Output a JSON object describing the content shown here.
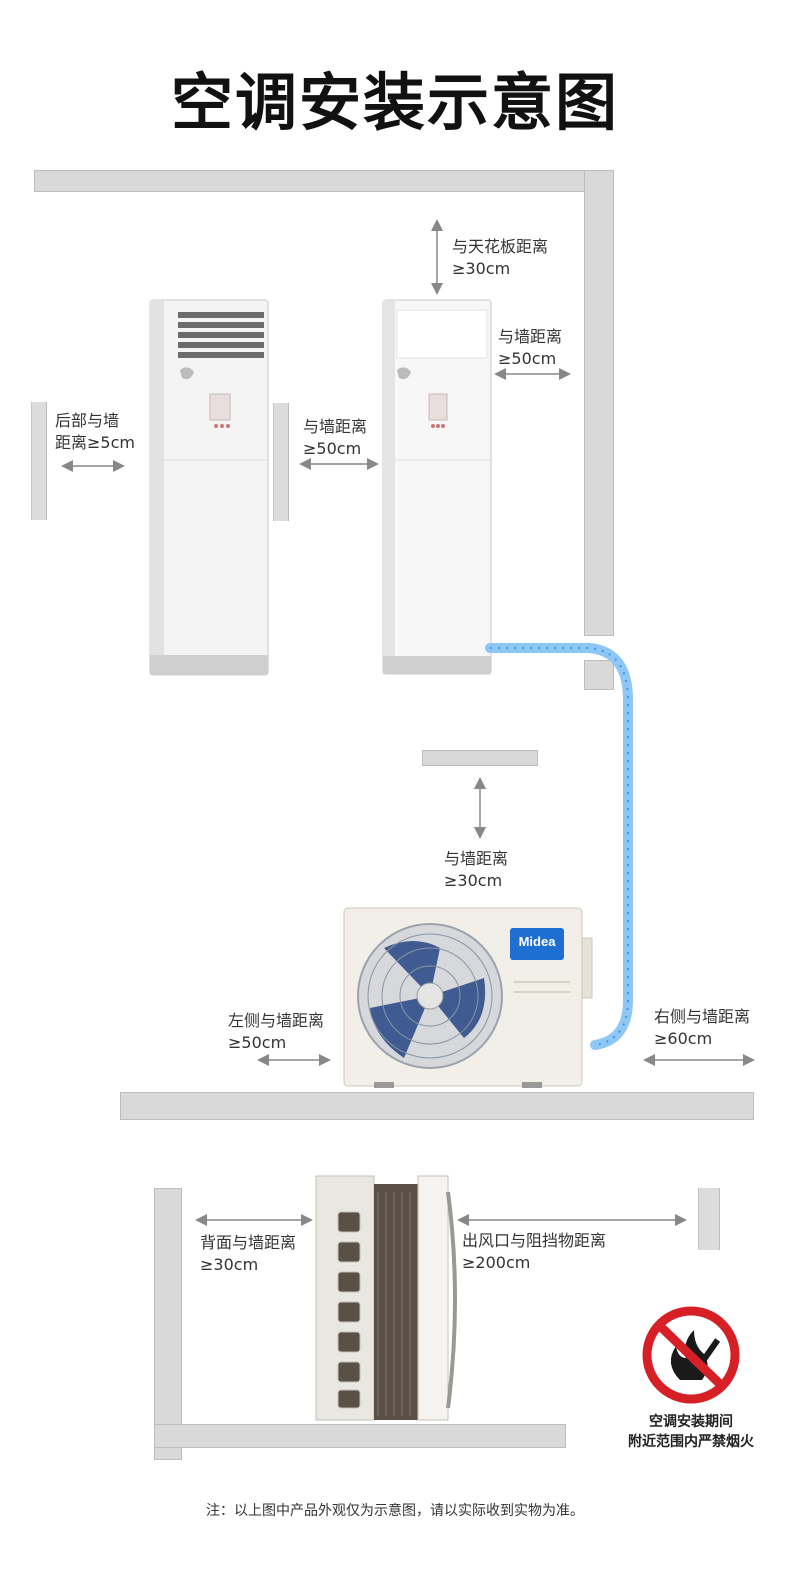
{
  "title": "空调安装示意图",
  "labels": {
    "ceiling": {
      "line1": "与天花板距离",
      "line2": "≥30cm"
    },
    "right_wall_indoor": {
      "line1": "与墙距离",
      "line2": "≥50cm"
    },
    "back_wall": {
      "line1": "后部与墙",
      "line2": "距离≥5cm"
    },
    "side_wall_indoor": {
      "line1": "与墙距离",
      "line2": "≥50cm"
    },
    "outdoor_top": {
      "line1": "与墙距离",
      "line2": "≥30cm"
    },
    "outdoor_left": {
      "line1": "左侧与墙距离",
      "line2": "≥50cm"
    },
    "outdoor_right": {
      "line1": "右侧与墙距离",
      "line2": "≥60cm"
    },
    "outdoor_back": {
      "line1": "背面与墙距离",
      "line2": "≥30cm"
    },
    "outdoor_front": {
      "line1": "出风口与阻挡物距离",
      "line2": "≥200cm"
    }
  },
  "brand": "Midea",
  "warning": {
    "line1": "空调安装期间",
    "line2": "附近范围内严禁烟火"
  },
  "note": "注：以上图中产品外观仅为示意图，请以实际收到实物为准。"
}
